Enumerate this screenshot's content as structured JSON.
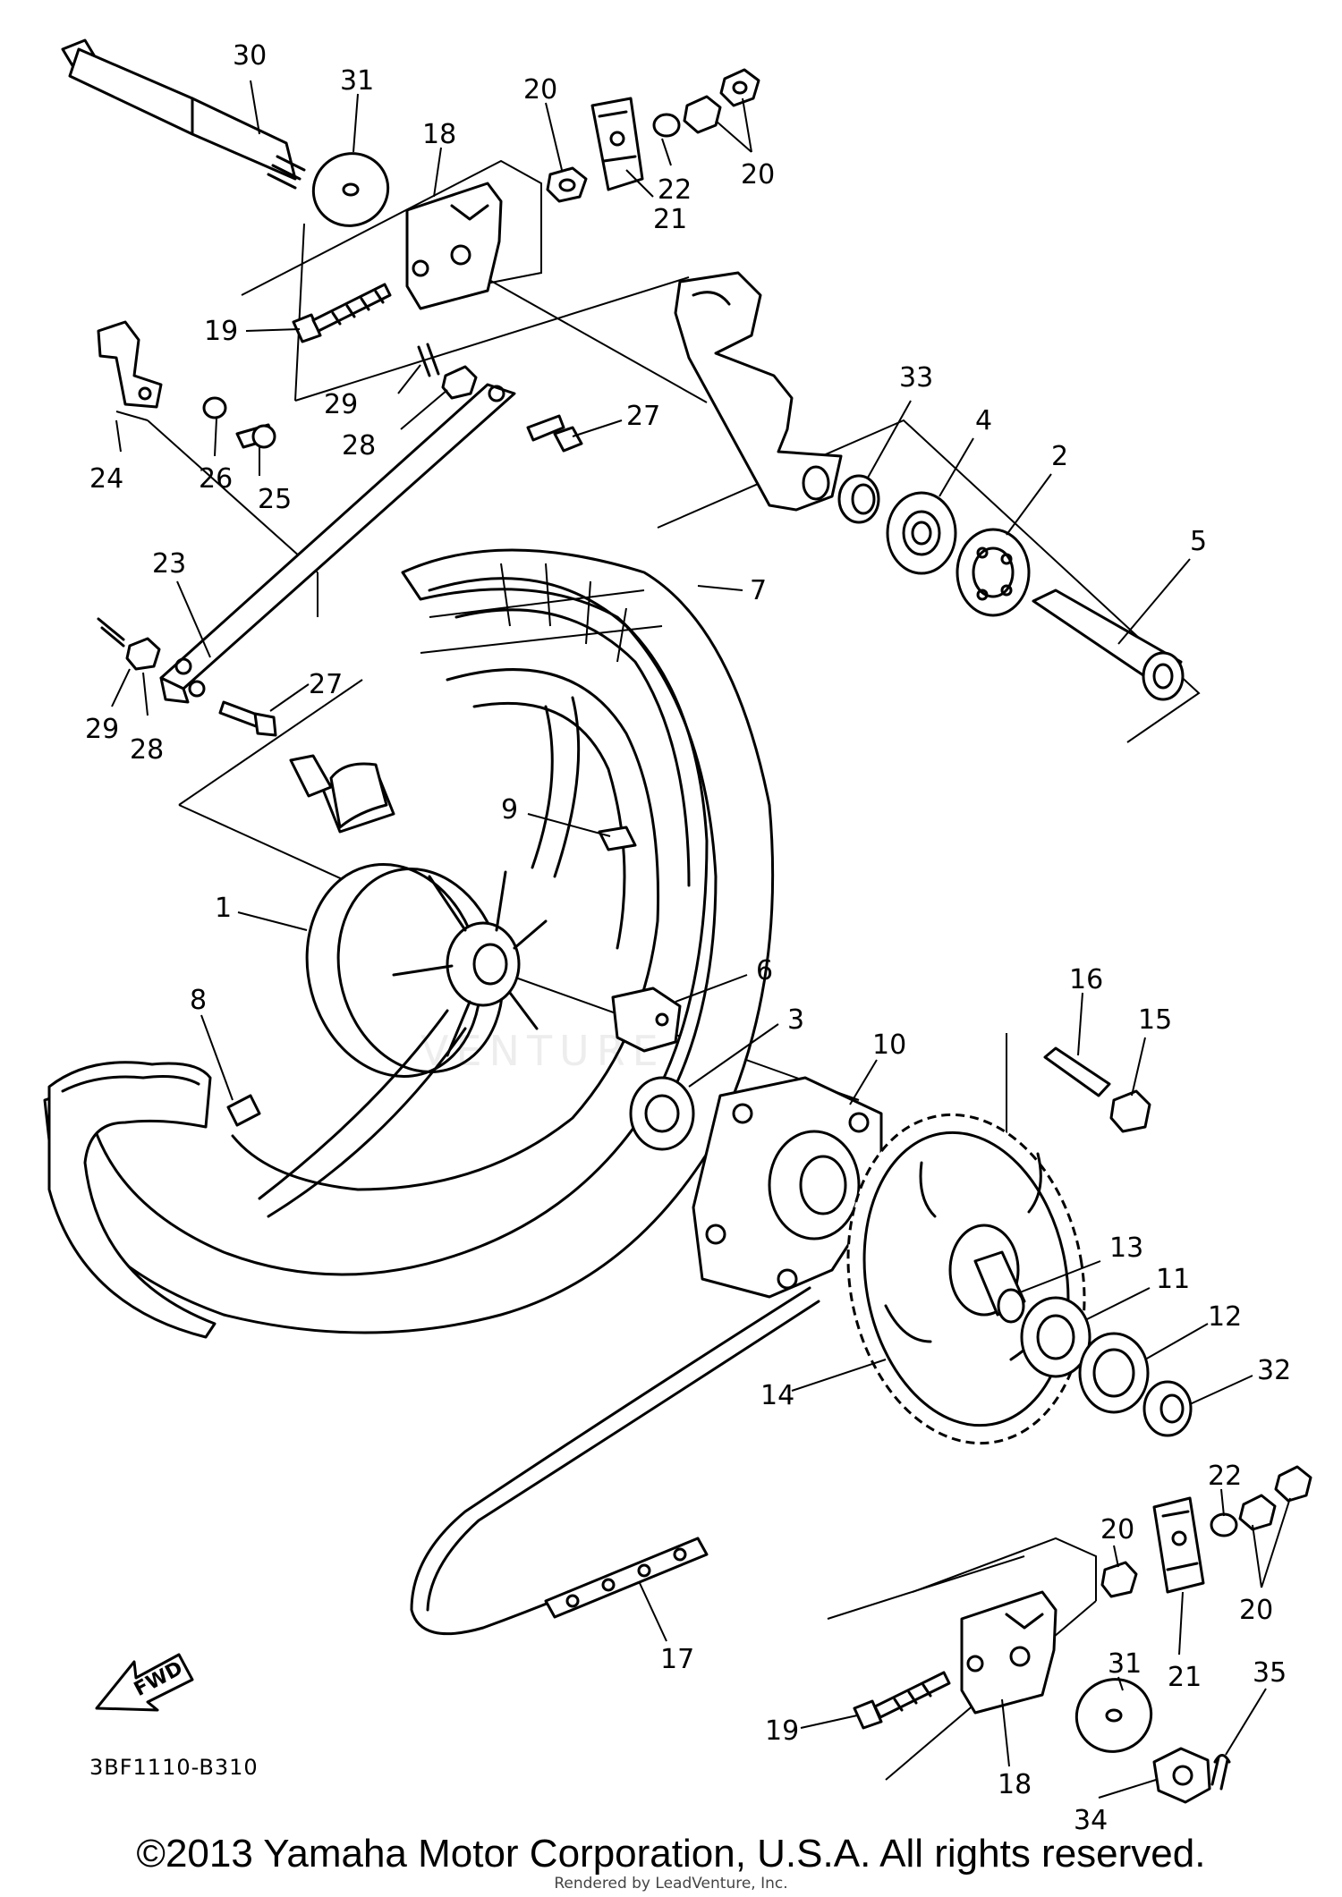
{
  "diagram": {
    "code": "3BF1110-B310",
    "fwd_label": "FWD",
    "watermark": "VENTURE",
    "copyright": "©2013 Yamaha Motor Corporation, U.S.A. All rights reserved.",
    "render_credit": "Rendered by LeadVenture, Inc.",
    "callouts": [
      "30",
      "31",
      "18",
      "20",
      "21",
      "22",
      "20",
      "19",
      "29",
      "28",
      "27",
      "24",
      "26",
      "25",
      "33",
      "4",
      "2",
      "5",
      "23",
      "7",
      "29",
      "28",
      "27",
      "9",
      "1",
      "6",
      "3",
      "10",
      "8",
      "16",
      "15",
      "13",
      "11",
      "12",
      "14",
      "32",
      "22",
      "20",
      "20",
      "21",
      "17",
      "31",
      "19",
      "18",
      "35",
      "34"
    ]
  }
}
